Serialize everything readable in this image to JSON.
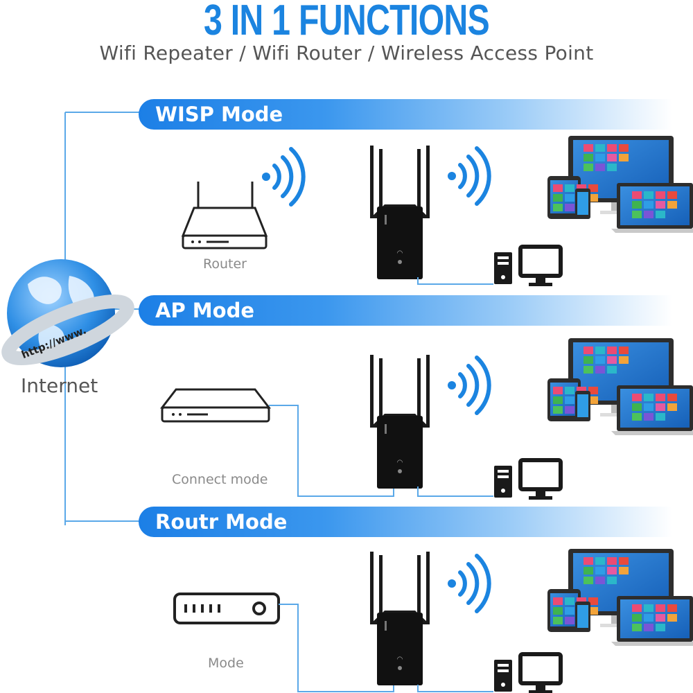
{
  "header": {
    "title": "3 IN 1 FUNCTIONS",
    "subtitle": "Wifi Repeater / Wifi Router / Wireless Access Point"
  },
  "internet": {
    "label": "Internet",
    "globe_text": "http://www."
  },
  "modes": [
    {
      "name": "WISP Mode",
      "source_label": "Router",
      "source_icon": "router-icon"
    },
    {
      "name": "AP Mode",
      "source_label": "Connect mode",
      "source_icon": "switch-icon"
    },
    {
      "name": "Routr Mode",
      "source_label": "Mode",
      "source_icon": "modem-icon"
    }
  ],
  "colors": {
    "accent": "#1b84e0",
    "band_start": "#1c7fe6",
    "line": "#5aa8e8",
    "device": "#1a1a1a"
  }
}
